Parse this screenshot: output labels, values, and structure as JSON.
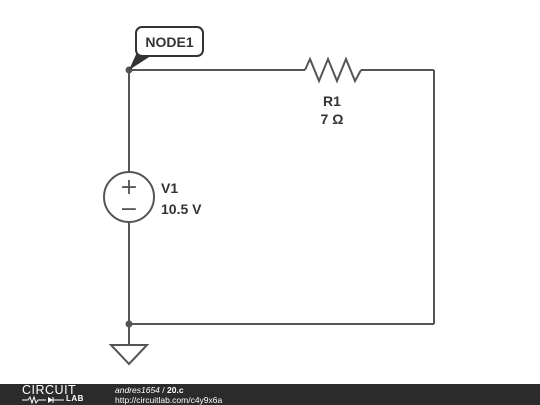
{
  "node_label": "NODE1",
  "resistor": {
    "name": "R1",
    "value": "7 Ω"
  },
  "source": {
    "name": "V1",
    "value": "10.5 V",
    "plus": "+",
    "minus": "−"
  },
  "footer": {
    "logo_top": "CIRCUIT",
    "logo_bottom": "LAB",
    "author": "andres1654",
    "separator": " / ",
    "title": "20.c",
    "url": "http://circuitlab.com/c4y9x6a"
  },
  "colors": {
    "wire": "#555555",
    "text": "#333333",
    "footer_bg": "#2b2b2b"
  }
}
